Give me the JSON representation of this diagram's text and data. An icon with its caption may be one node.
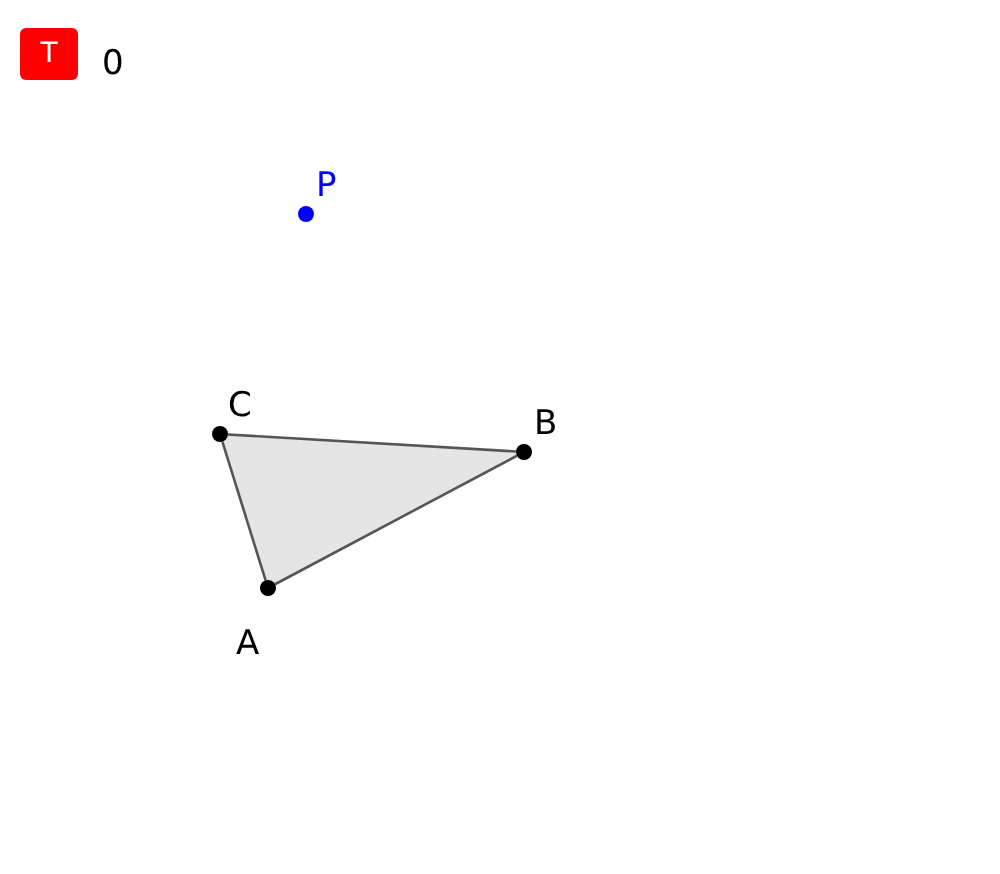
{
  "diagram": {
    "nodes": [
      {
        "text": [
          "T"
        ]
      },
      {
        "text": [],
        "shape": "circle",
        "beside": [
          "P"
        ]
      },
      {
        "text": [],
        "shape": "circle",
        "beside": [
          "C"
        ]
      },
      {
        "text": [],
        "shape": "circle",
        "beside": [
          "B"
        ]
      },
      {
        "text": [],
        "shape": "circle",
        "beside": [
          "A"
        ]
      }
    ],
    "edges": [
      {
        "from": 2,
        "to": 3,
        "arrow": "none"
      },
      {
        "from": 3,
        "to": 4,
        "arrow": "none"
      },
      {
        "from": 4,
        "to": 2,
        "arrow": "none"
      }
    ],
    "labels": [
      "0"
    ]
  }
}
